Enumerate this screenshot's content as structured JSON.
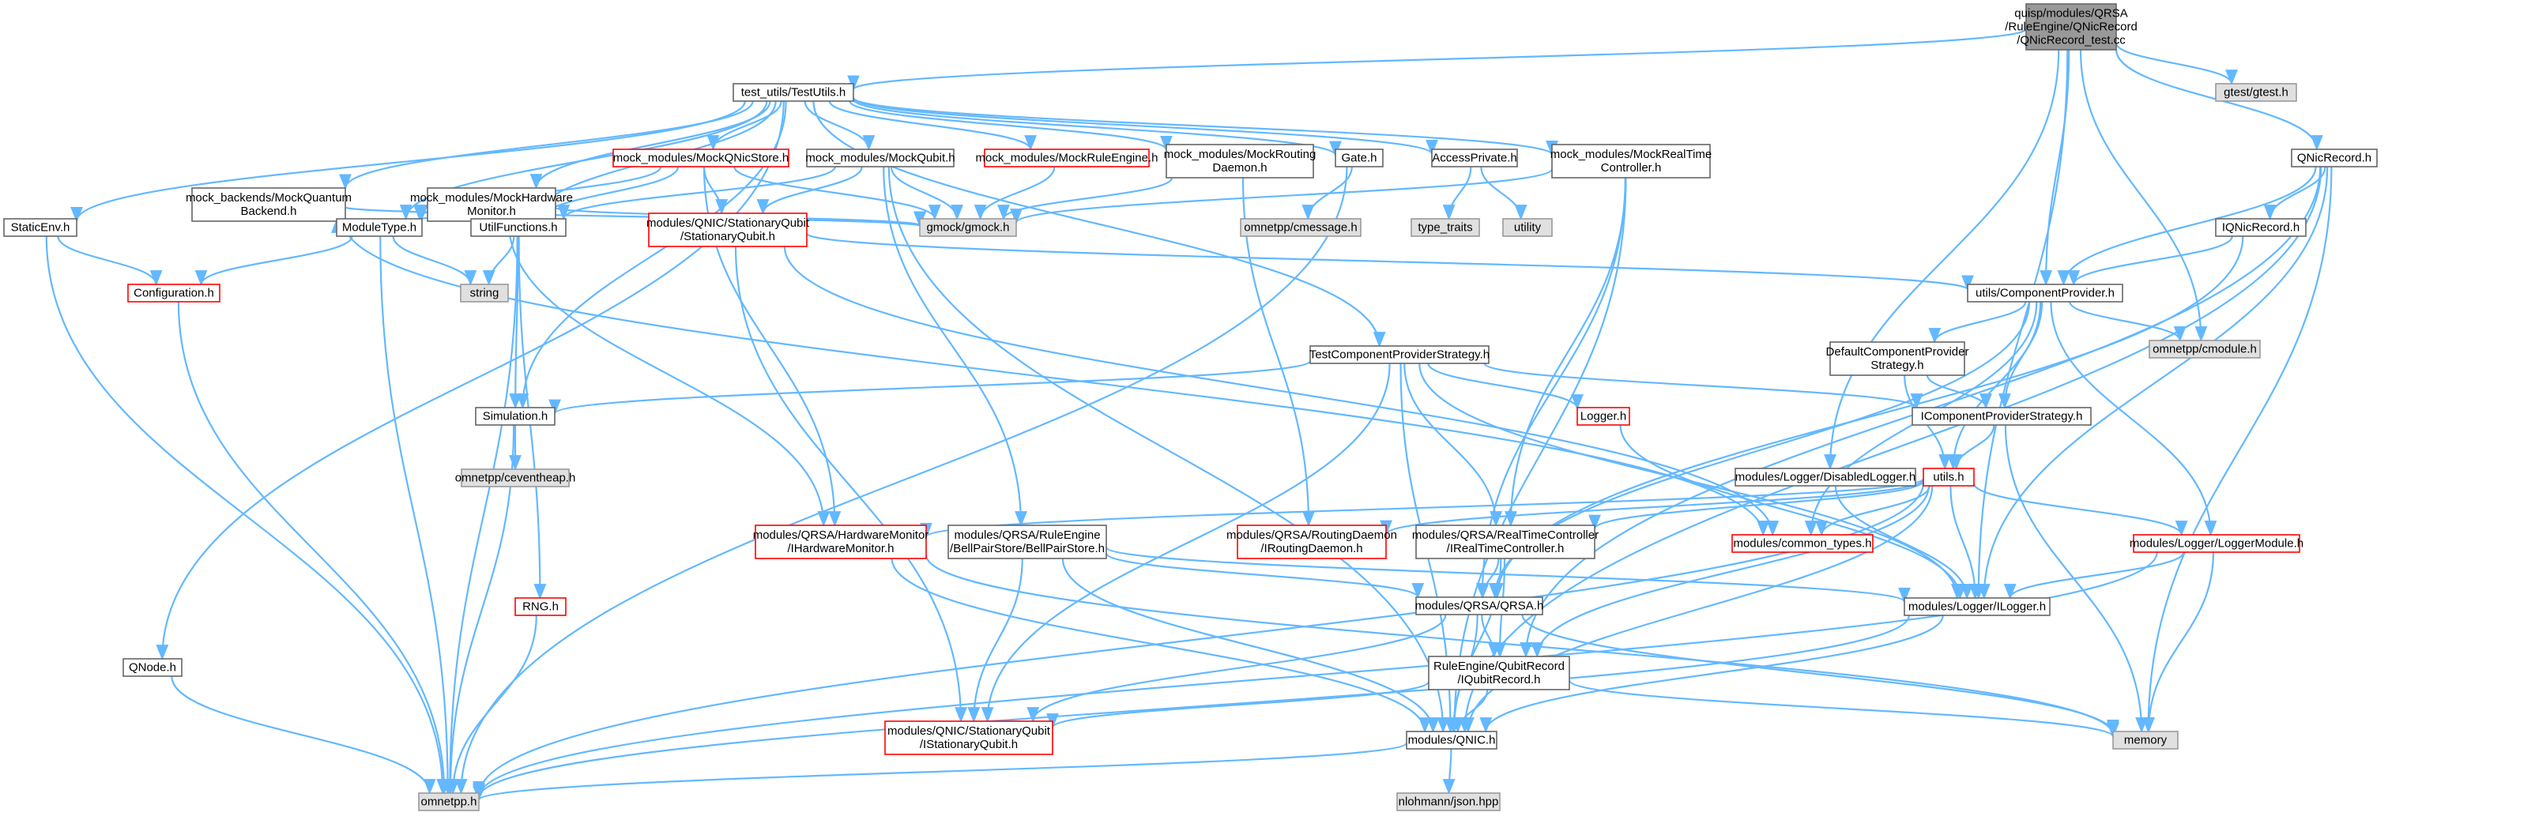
{
  "colors": {
    "edge": "#63b8ff",
    "root_fill": "#999999",
    "root_border": "#666666",
    "external_fill": "#e0e0e0",
    "external_border": "#999999",
    "normal_fill": "#ffffff",
    "normal_border": "#666666",
    "truncated_border": "#ff0000"
  },
  "nodes": [
    {
      "id": "root",
      "lines": [
        "quisp/modules/QRSA",
        "/RuleEngine/QNicRecord",
        "/QNicRecord_test.cc"
      ],
      "kind": "root"
    },
    {
      "id": "testutils",
      "lines": [
        "test_utils/TestUtils.h"
      ],
      "kind": "normal"
    },
    {
      "id": "gtest",
      "lines": [
        "gtest/gtest.h"
      ],
      "kind": "external"
    },
    {
      "id": "qnicrecord",
      "lines": [
        "QNicRecord.h"
      ],
      "kind": "normal"
    },
    {
      "id": "staticenv",
      "lines": [
        "StaticEnv.h"
      ],
      "kind": "normal"
    },
    {
      "id": "mockqbackend",
      "lines": [
        "mock_backends/MockQuantum",
        "Backend.h"
      ],
      "kind": "normal"
    },
    {
      "id": "mockhw",
      "lines": [
        "mock_modules/MockHardware",
        "Monitor.h"
      ],
      "kind": "normal"
    },
    {
      "id": "mockqnicstore",
      "lines": [
        "mock_modules/MockQNicStore.h"
      ],
      "kind": "truncated"
    },
    {
      "id": "mockqubit",
      "lines": [
        "mock_modules/MockQubit.h"
      ],
      "kind": "normal"
    },
    {
      "id": "mockre",
      "lines": [
        "mock_modules/MockRuleEngine.h"
      ],
      "kind": "truncated"
    },
    {
      "id": "mockrouting",
      "lines": [
        "mock_modules/MockRouting",
        "Daemon.h"
      ],
      "kind": "normal"
    },
    {
      "id": "gate",
      "lines": [
        "Gate.h"
      ],
      "kind": "normal"
    },
    {
      "id": "accessprivate",
      "lines": [
        "AccessPrivate.h"
      ],
      "kind": "normal"
    },
    {
      "id": "mockrtc",
      "lines": [
        "mock_modules/MockRealTime",
        "Controller.h"
      ],
      "kind": "normal"
    },
    {
      "id": "iqnicrecord",
      "lines": [
        "IQNicRecord.h"
      ],
      "kind": "normal"
    },
    {
      "id": "moduletype",
      "lines": [
        "ModuleType.h"
      ],
      "kind": "normal"
    },
    {
      "id": "utilfunctions",
      "lines": [
        "UtilFunctions.h"
      ],
      "kind": "normal"
    },
    {
      "id": "stationaryqubit",
      "lines": [
        "modules/QNIC/StationaryQubit",
        "/StationaryQubit.h"
      ],
      "kind": "truncated"
    },
    {
      "id": "gmock",
      "lines": [
        "gmock/gmock.h"
      ],
      "kind": "external"
    },
    {
      "id": "cmessage",
      "lines": [
        "omnetpp/cmessage.h"
      ],
      "kind": "external"
    },
    {
      "id": "typetraits",
      "lines": [
        "type_traits"
      ],
      "kind": "external"
    },
    {
      "id": "utility",
      "lines": [
        "utility"
      ],
      "kind": "external"
    },
    {
      "id": "configuration",
      "lines": [
        "Configuration.h"
      ],
      "kind": "truncated"
    },
    {
      "id": "string",
      "lines": [
        "string"
      ],
      "kind": "external"
    },
    {
      "id": "componentprovider",
      "lines": [
        "utils/ComponentProvider.h"
      ],
      "kind": "normal"
    },
    {
      "id": "cmodule",
      "lines": [
        "omnetpp/cmodule.h"
      ],
      "kind": "external"
    },
    {
      "id": "tcps",
      "lines": [
        "TestComponentProviderStrategy.h"
      ],
      "kind": "normal"
    },
    {
      "id": "dcps",
      "lines": [
        "DefaultComponentProvider",
        "Strategy.h"
      ],
      "kind": "normal"
    },
    {
      "id": "simulation",
      "lines": [
        "Simulation.h"
      ],
      "kind": "normal"
    },
    {
      "id": "logger",
      "lines": [
        "Logger.h"
      ],
      "kind": "truncated"
    },
    {
      "id": "icps",
      "lines": [
        "IComponentProviderStrategy.h"
      ],
      "kind": "normal"
    },
    {
      "id": "ceventheap",
      "lines": [
        "omnetpp/ceventheap.h"
      ],
      "kind": "external"
    },
    {
      "id": "disabledlogger",
      "lines": [
        "modules/Logger/DisabledLogger.h"
      ],
      "kind": "normal"
    },
    {
      "id": "utils",
      "lines": [
        "utils.h"
      ],
      "kind": "truncated"
    },
    {
      "id": "ihwmonitor",
      "lines": [
        "modules/QRSA/HardwareMonitor",
        "/IHardwareMonitor.h"
      ],
      "kind": "truncated"
    },
    {
      "id": "bellpairstore",
      "lines": [
        "modules/QRSA/RuleEngine",
        "/BellPairStore/BellPairStore.h"
      ],
      "kind": "normal"
    },
    {
      "id": "iroutingdaemon",
      "lines": [
        "modules/QRSA/RoutingDaemon",
        "/IRoutingDaemon.h"
      ],
      "kind": "truncated"
    },
    {
      "id": "irtc",
      "lines": [
        "modules/QRSA/RealTimeController",
        "/IRealTimeController.h"
      ],
      "kind": "normal"
    },
    {
      "id": "commontypes",
      "lines": [
        "modules/common_types.h"
      ],
      "kind": "truncated"
    },
    {
      "id": "loggermodule",
      "lines": [
        "modules/Logger/LoggerModule.h"
      ],
      "kind": "truncated"
    },
    {
      "id": "rng",
      "lines": [
        "RNG.h"
      ],
      "kind": "truncated"
    },
    {
      "id": "qrsa",
      "lines": [
        "modules/QRSA/QRSA.h"
      ],
      "kind": "normal"
    },
    {
      "id": "ilogger",
      "lines": [
        "modules/Logger/ILogger.h"
      ],
      "kind": "normal"
    },
    {
      "id": "qnode",
      "lines": [
        "QNode.h"
      ],
      "kind": "normal"
    },
    {
      "id": "iqubitrecord",
      "lines": [
        "RuleEngine/QubitRecord",
        "/IQubitRecord.h"
      ],
      "kind": "normal"
    },
    {
      "id": "istationaryqubit",
      "lines": [
        "modules/QNIC/StationaryQubit",
        "/IStationaryQubit.h"
      ],
      "kind": "truncated"
    },
    {
      "id": "qnic",
      "lines": [
        "modules/QNIC.h"
      ],
      "kind": "normal"
    },
    {
      "id": "memory",
      "lines": [
        "memory"
      ],
      "kind": "external"
    },
    {
      "id": "omnetpp",
      "lines": [
        "omnetpp.h"
      ],
      "kind": "external"
    },
    {
      "id": "json",
      "lines": [
        "nlohmann/json.hpp"
      ],
      "kind": "external"
    }
  ],
  "edges": [
    [
      "root",
      "testutils"
    ],
    [
      "root",
      "gtest"
    ],
    [
      "root",
      "qnicrecord"
    ],
    [
      "root",
      "componentprovider"
    ],
    [
      "root",
      "cmodule"
    ],
    [
      "root",
      "disabledlogger"
    ],
    [
      "root",
      "ilogger"
    ],
    [
      "testutils",
      "staticenv"
    ],
    [
      "testutils",
      "mockqbackend"
    ],
    [
      "testutils",
      "mockhw"
    ],
    [
      "testutils",
      "mockqnicstore"
    ],
    [
      "testutils",
      "mockqubit"
    ],
    [
      "testutils",
      "mockre"
    ],
    [
      "testutils",
      "mockrouting"
    ],
    [
      "testutils",
      "gate"
    ],
    [
      "testutils",
      "accessprivate"
    ],
    [
      "testutils",
      "mockrtc"
    ],
    [
      "testutils",
      "moduletype"
    ],
    [
      "testutils",
      "utilfunctions"
    ],
    [
      "testutils",
      "simulation"
    ],
    [
      "testutils",
      "tcps"
    ],
    [
      "testutils",
      "qnode"
    ],
    [
      "qnicrecord",
      "iqnicrecord"
    ],
    [
      "qnicrecord",
      "componentprovider"
    ],
    [
      "qnicrecord",
      "ilogger"
    ],
    [
      "qnicrecord",
      "iqubitrecord"
    ],
    [
      "qnicrecord",
      "qnic"
    ],
    [
      "qnicrecord",
      "memory"
    ],
    [
      "iqnicrecord",
      "componentprovider"
    ],
    [
      "iqnicrecord",
      "qrsa"
    ],
    [
      "staticenv",
      "configuration"
    ],
    [
      "staticenv",
      "omnetpp"
    ],
    [
      "mockqbackend",
      "moduletype"
    ],
    [
      "mockqbackend",
      "gmock"
    ],
    [
      "mockqbackend",
      "commontypes"
    ],
    [
      "mockhw",
      "moduletype"
    ],
    [
      "mockhw",
      "utilfunctions"
    ],
    [
      "mockhw",
      "gmock"
    ],
    [
      "mockhw",
      "ihwmonitor"
    ],
    [
      "mockqnicstore",
      "moduletype"
    ],
    [
      "mockqnicstore",
      "utilfunctions"
    ],
    [
      "mockqnicstore",
      "stationaryqubit"
    ],
    [
      "mockqnicstore",
      "gmock"
    ],
    [
      "mockqnicstore",
      "ihwmonitor"
    ],
    [
      "mockqubit",
      "utilfunctions"
    ],
    [
      "mockqubit",
      "stationaryqubit"
    ],
    [
      "mockqubit",
      "gmock"
    ],
    [
      "mockqubit",
      "qnic"
    ],
    [
      "mockqubit",
      "bellpairstore"
    ],
    [
      "mockre",
      "gmock"
    ],
    [
      "mockrouting",
      "gmock"
    ],
    [
      "mockrouting",
      "iroutingdaemon"
    ],
    [
      "gate",
      "cmessage"
    ],
    [
      "gate",
      "omnetpp"
    ],
    [
      "accessprivate",
      "typetraits"
    ],
    [
      "accessprivate",
      "utility"
    ],
    [
      "mockrtc",
      "gmock"
    ],
    [
      "mockrtc",
      "irtc"
    ],
    [
      "mockrtc",
      "qrsa"
    ],
    [
      "mockrtc",
      "qnic"
    ],
    [
      "moduletype",
      "configuration"
    ],
    [
      "moduletype",
      "omnetpp"
    ],
    [
      "moduletype",
      "string"
    ],
    [
      "utilfunctions",
      "string"
    ],
    [
      "utilfunctions",
      "omnetpp"
    ],
    [
      "utilfunctions",
      "simulation"
    ],
    [
      "utilfunctions",
      "rng"
    ],
    [
      "stationaryqubit",
      "componentprovider"
    ],
    [
      "stationaryqubit",
      "istationaryqubit"
    ],
    [
      "stationaryqubit",
      "commontypes"
    ],
    [
      "configuration",
      "omnetpp"
    ],
    [
      "componentprovider",
      "cmodule"
    ],
    [
      "componentprovider",
      "dcps"
    ],
    [
      "componentprovider",
      "icps"
    ],
    [
      "componentprovider",
      "utils"
    ],
    [
      "componentprovider",
      "loggermodule"
    ],
    [
      "componentprovider",
      "commontypes"
    ],
    [
      "componentprovider",
      "qrsa"
    ],
    [
      "dcps",
      "icps"
    ],
    [
      "dcps",
      "utils"
    ],
    [
      "tcps",
      "simulation"
    ],
    [
      "tcps",
      "logger"
    ],
    [
      "tcps",
      "icps"
    ],
    [
      "tcps",
      "irtc"
    ],
    [
      "tcps",
      "qnic"
    ],
    [
      "tcps",
      "istationaryqubit"
    ],
    [
      "tcps",
      "ilogger"
    ],
    [
      "simulation",
      "ceventheap"
    ],
    [
      "simulation",
      "omnetpp"
    ],
    [
      "logger",
      "ilogger"
    ],
    [
      "icps",
      "utils"
    ],
    [
      "icps",
      "memory"
    ],
    [
      "disabledlogger",
      "ilogger"
    ],
    [
      "utils",
      "ihwmonitor"
    ],
    [
      "utils",
      "iroutingdaemon"
    ],
    [
      "utils",
      "irtc"
    ],
    [
      "utils",
      "commontypes"
    ],
    [
      "utils",
      "loggermodule"
    ],
    [
      "utils",
      "ilogger"
    ],
    [
      "utils",
      "qnic"
    ],
    [
      "utils",
      "iqubitrecord"
    ],
    [
      "utils",
      "omnetpp"
    ],
    [
      "ihwmonitor",
      "qnic"
    ],
    [
      "ihwmonitor",
      "memory"
    ],
    [
      "bellpairstore",
      "istationaryqubit"
    ],
    [
      "bellpairstore",
      "qnic"
    ],
    [
      "bellpairstore",
      "ilogger"
    ],
    [
      "bellpairstore",
      "qrsa"
    ],
    [
      "irtc",
      "qrsa"
    ],
    [
      "irtc",
      "iqubitrecord"
    ],
    [
      "irtc",
      "qnic"
    ],
    [
      "loggermodule",
      "ilogger"
    ],
    [
      "loggermodule",
      "memory"
    ],
    [
      "loggermodule",
      "omnetpp"
    ],
    [
      "rng",
      "omnetpp"
    ],
    [
      "qrsa",
      "iqubitrecord"
    ],
    [
      "qrsa",
      "qnic"
    ],
    [
      "qrsa",
      "istationaryqubit"
    ],
    [
      "qrsa",
      "memory"
    ],
    [
      "ilogger",
      "qnic"
    ],
    [
      "ilogger",
      "omnetpp"
    ],
    [
      "qnode",
      "omnetpp"
    ],
    [
      "iqubitrecord",
      "istationaryqubit"
    ],
    [
      "iqubitrecord",
      "qnic"
    ],
    [
      "iqubitrecord",
      "memory"
    ],
    [
      "qnic",
      "omnetpp"
    ],
    [
      "qnic",
      "json"
    ]
  ]
}
